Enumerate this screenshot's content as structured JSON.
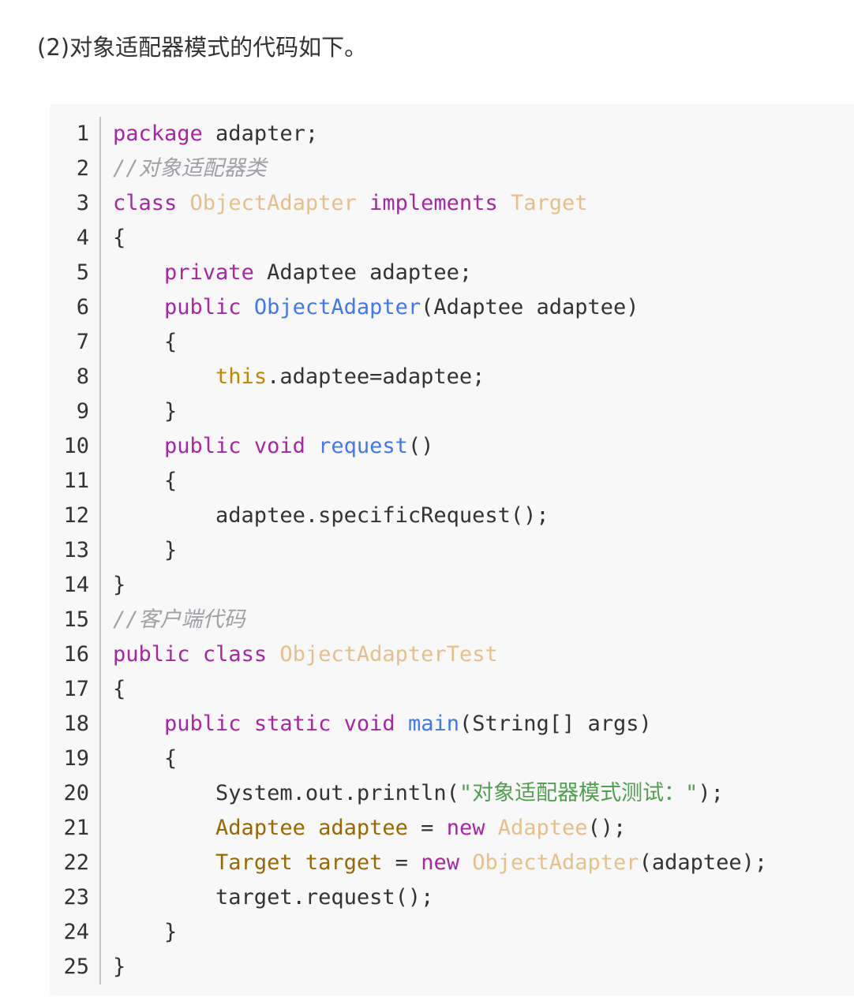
{
  "intro_text": "(2)对象适配器模式的代码如下。",
  "code": {
    "language": "java",
    "line_numbers": [
      "1",
      "2",
      "3",
      "4",
      "5",
      "6",
      "7",
      "8",
      "9",
      "10",
      "11",
      "12",
      "13",
      "14",
      "15",
      "16",
      "17",
      "18",
      "19",
      "20",
      "21",
      "22",
      "23",
      "24",
      "25"
    ],
    "lines": [
      [
        {
          "t": "keyword",
          "v": "package"
        },
        {
          "t": "plain",
          "v": " adapter;"
        }
      ],
      [
        {
          "t": "comment",
          "v": "//对象适配器类"
        }
      ],
      [
        {
          "t": "keyword",
          "v": "class"
        },
        {
          "t": "plain",
          "v": " "
        },
        {
          "t": "class",
          "v": "ObjectAdapter"
        },
        {
          "t": "plain",
          "v": " "
        },
        {
          "t": "keyword",
          "v": "implements"
        },
        {
          "t": "plain",
          "v": " "
        },
        {
          "t": "class",
          "v": "Target"
        }
      ],
      [
        {
          "t": "plain",
          "v": "{"
        }
      ],
      [
        {
          "t": "plain",
          "v": "    "
        },
        {
          "t": "keyword",
          "v": "private"
        },
        {
          "t": "plain",
          "v": " Adaptee adaptee;"
        }
      ],
      [
        {
          "t": "plain",
          "v": "    "
        },
        {
          "t": "keyword",
          "v": "public"
        },
        {
          "t": "plain",
          "v": " "
        },
        {
          "t": "func",
          "v": "ObjectAdapter"
        },
        {
          "t": "plain",
          "v": "(Adaptee adaptee)"
        }
      ],
      [
        {
          "t": "plain",
          "v": "    {"
        }
      ],
      [
        {
          "t": "plain",
          "v": "        "
        },
        {
          "t": "builtin",
          "v": "this"
        },
        {
          "t": "plain",
          "v": ".adaptee=adaptee;"
        }
      ],
      [
        {
          "t": "plain",
          "v": "    }"
        }
      ],
      [
        {
          "t": "plain",
          "v": "    "
        },
        {
          "t": "keyword",
          "v": "public"
        },
        {
          "t": "plain",
          "v": " "
        },
        {
          "t": "keyword",
          "v": "void"
        },
        {
          "t": "plain",
          "v": " "
        },
        {
          "t": "func",
          "v": "request"
        },
        {
          "t": "plain",
          "v": "()"
        }
      ],
      [
        {
          "t": "plain",
          "v": "    {"
        }
      ],
      [
        {
          "t": "plain",
          "v": "        adaptee.specificRequest();"
        }
      ],
      [
        {
          "t": "plain",
          "v": "    }"
        }
      ],
      [
        {
          "t": "plain",
          "v": "}"
        }
      ],
      [
        {
          "t": "comment",
          "v": "//客户端代码"
        }
      ],
      [
        {
          "t": "keyword",
          "v": "public"
        },
        {
          "t": "plain",
          "v": " "
        },
        {
          "t": "keyword",
          "v": "class"
        },
        {
          "t": "plain",
          "v": " "
        },
        {
          "t": "class",
          "v": "ObjectAdapterTest"
        }
      ],
      [
        {
          "t": "plain",
          "v": "{"
        }
      ],
      [
        {
          "t": "plain",
          "v": "    "
        },
        {
          "t": "keyword",
          "v": "public"
        },
        {
          "t": "plain",
          "v": " "
        },
        {
          "t": "keyword",
          "v": "static"
        },
        {
          "t": "plain",
          "v": " "
        },
        {
          "t": "keyword",
          "v": "void"
        },
        {
          "t": "plain",
          "v": " "
        },
        {
          "t": "func",
          "v": "main"
        },
        {
          "t": "plain",
          "v": "(String[] args)"
        }
      ],
      [
        {
          "t": "plain",
          "v": "    {"
        }
      ],
      [
        {
          "t": "plain",
          "v": "        System.out.println("
        },
        {
          "t": "string",
          "v": "\"对象适配器模式测试：\""
        },
        {
          "t": "plain",
          "v": ");"
        }
      ],
      [
        {
          "t": "plain",
          "v": "        "
        },
        {
          "t": "type",
          "v": "Adaptee"
        },
        {
          "t": "plain",
          "v": " "
        },
        {
          "t": "type",
          "v": "adaptee"
        },
        {
          "t": "plain",
          "v": " = "
        },
        {
          "t": "keyword",
          "v": "new"
        },
        {
          "t": "plain",
          "v": " "
        },
        {
          "t": "class",
          "v": "Adaptee"
        },
        {
          "t": "plain",
          "v": "();"
        }
      ],
      [
        {
          "t": "plain",
          "v": "        "
        },
        {
          "t": "type",
          "v": "Target"
        },
        {
          "t": "plain",
          "v": " "
        },
        {
          "t": "type",
          "v": "target"
        },
        {
          "t": "plain",
          "v": " = "
        },
        {
          "t": "keyword",
          "v": "new"
        },
        {
          "t": "plain",
          "v": " "
        },
        {
          "t": "class",
          "v": "ObjectAdapter"
        },
        {
          "t": "plain",
          "v": "(adaptee);"
        }
      ],
      [
        {
          "t": "plain",
          "v": "        target.request();"
        }
      ],
      [
        {
          "t": "plain",
          "v": "    }"
        }
      ],
      [
        {
          "t": "plain",
          "v": "}"
        }
      ]
    ]
  },
  "colors": {
    "background": "#ffffff",
    "code_background": "#f8f8f8",
    "text": "#333333",
    "keyword": "#a626a4",
    "class_name": "#e6c08b",
    "function_name": "#4078f2",
    "builtin": "#c18401",
    "type": "#986801",
    "string": "#50a14f",
    "comment": "#a0a1a7",
    "gutter_border": "#c8c8c8"
  }
}
